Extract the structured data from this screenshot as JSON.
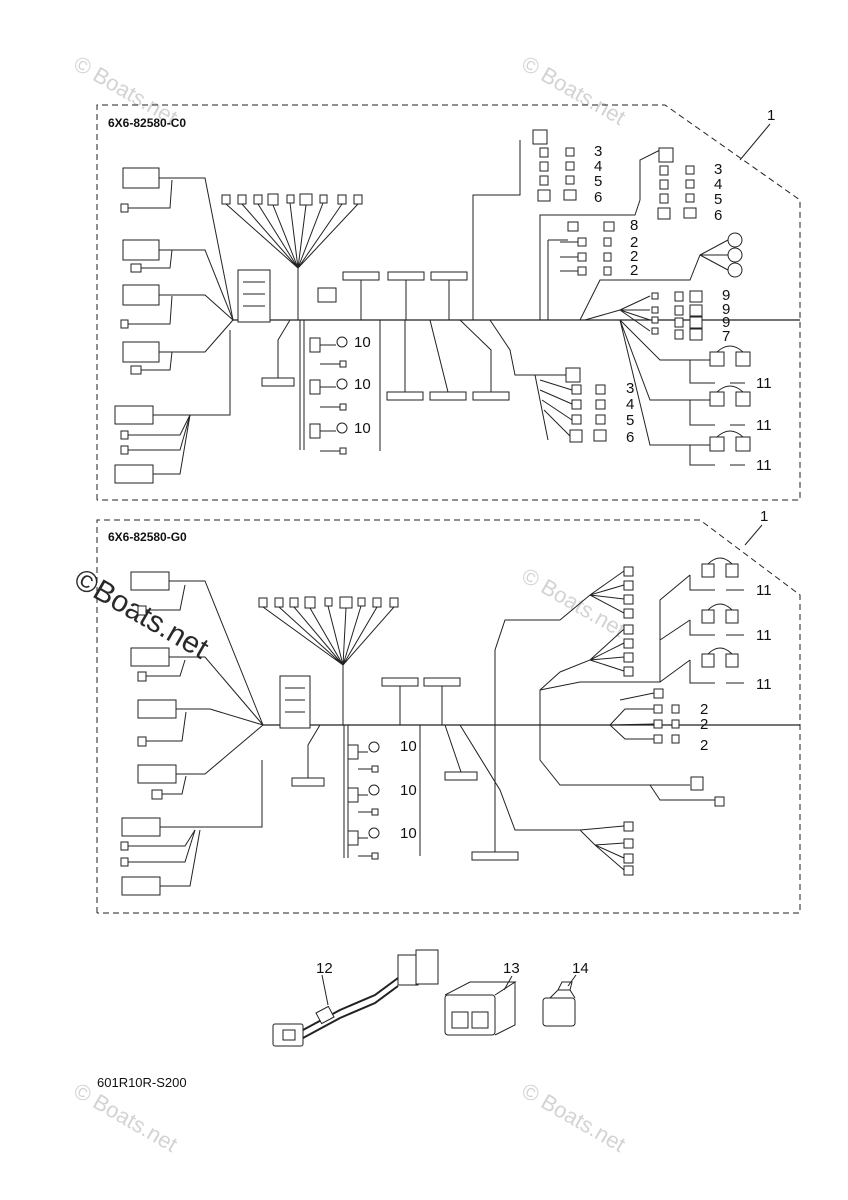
{
  "harness_top": {
    "code": "6X6-82580-C0",
    "callout": "1"
  },
  "harness_bottom": {
    "code": "6X6-82580-G0",
    "callout": "1"
  },
  "parts_top": {
    "p3a": "3",
    "p4a": "4",
    "p5a": "5",
    "p6a": "6",
    "p3b": "3",
    "p4b": "4",
    "p5b": "5",
    "p6b": "6",
    "p8": "8",
    "p2a": "2",
    "p2b": "2",
    "p2c": "2",
    "p9a": "9",
    "p9b": "9",
    "p9c": "9",
    "p7": "7",
    "p10a": "10",
    "p10b": "10",
    "p10c": "10",
    "p3c": "3",
    "p4c": "4",
    "p5c": "5",
    "p6c": "6",
    "p11a": "11",
    "p11b": "11",
    "p11c": "11"
  },
  "parts_bottom": {
    "p11a": "11",
    "p11b": "11",
    "p11c": "11",
    "p2a": "2",
    "p2b": "2",
    "p2c": "2",
    "p10a": "10",
    "p10b": "10",
    "p10c": "10"
  },
  "accessories": {
    "p12": "12",
    "p13": "13",
    "p14": "14"
  },
  "document_code": "601R10R-S200",
  "watermark": "© Boats.net",
  "watermark_large": "©Boats.net"
}
